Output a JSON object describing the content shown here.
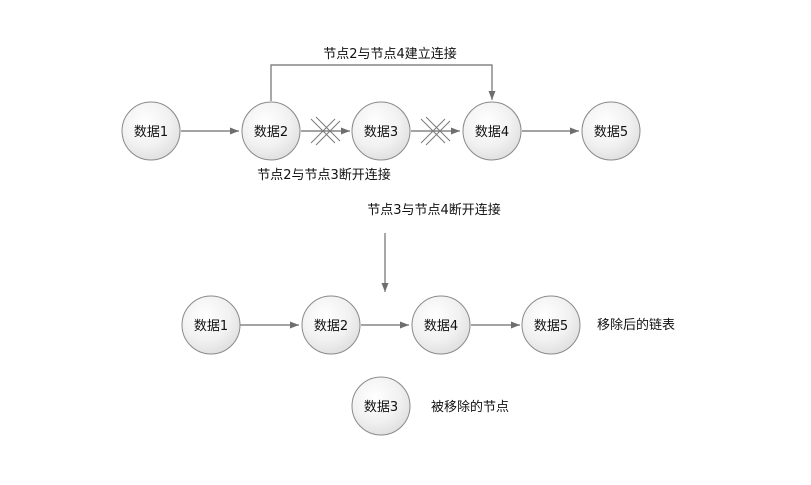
{
  "top_row": {
    "nodes": [
      "数据1",
      "数据2",
      "数据3",
      "数据4",
      "数据5"
    ],
    "link_caption": "节点2与节点4建立连接",
    "break_caption_1": "节点2与节点3断开连接",
    "break_caption_2": "节点3与节点4断开连接"
  },
  "bottom_row": {
    "nodes": [
      "数据1",
      "数据2",
      "数据4",
      "数据5"
    ],
    "caption": "移除后的链表"
  },
  "removed": {
    "node": "数据3",
    "caption": "被移除的节点"
  },
  "colors": {
    "node_fill_light": "#ffffff",
    "node_fill_dark": "#e2e2e2",
    "node_stroke": "#8a8a8a",
    "edge": "#6e6e6e",
    "text": "#111111"
  }
}
